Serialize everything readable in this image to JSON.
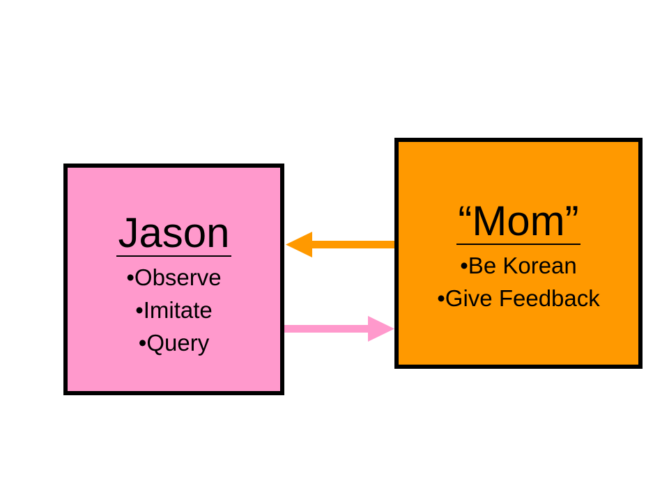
{
  "colors": {
    "left_fill": "#FF99CC",
    "right_fill": "#FF9900",
    "border": "#000000",
    "arrow_to_left": "#FF9900",
    "arrow_to_right": "#FF99CC"
  },
  "left_box": {
    "title": "Jason",
    "items": [
      "•Observe",
      "•Imitate",
      "•Query"
    ]
  },
  "right_box": {
    "title": "“Mom”",
    "items": [
      "•Be Korean",
      "•Give Feedback"
    ]
  }
}
